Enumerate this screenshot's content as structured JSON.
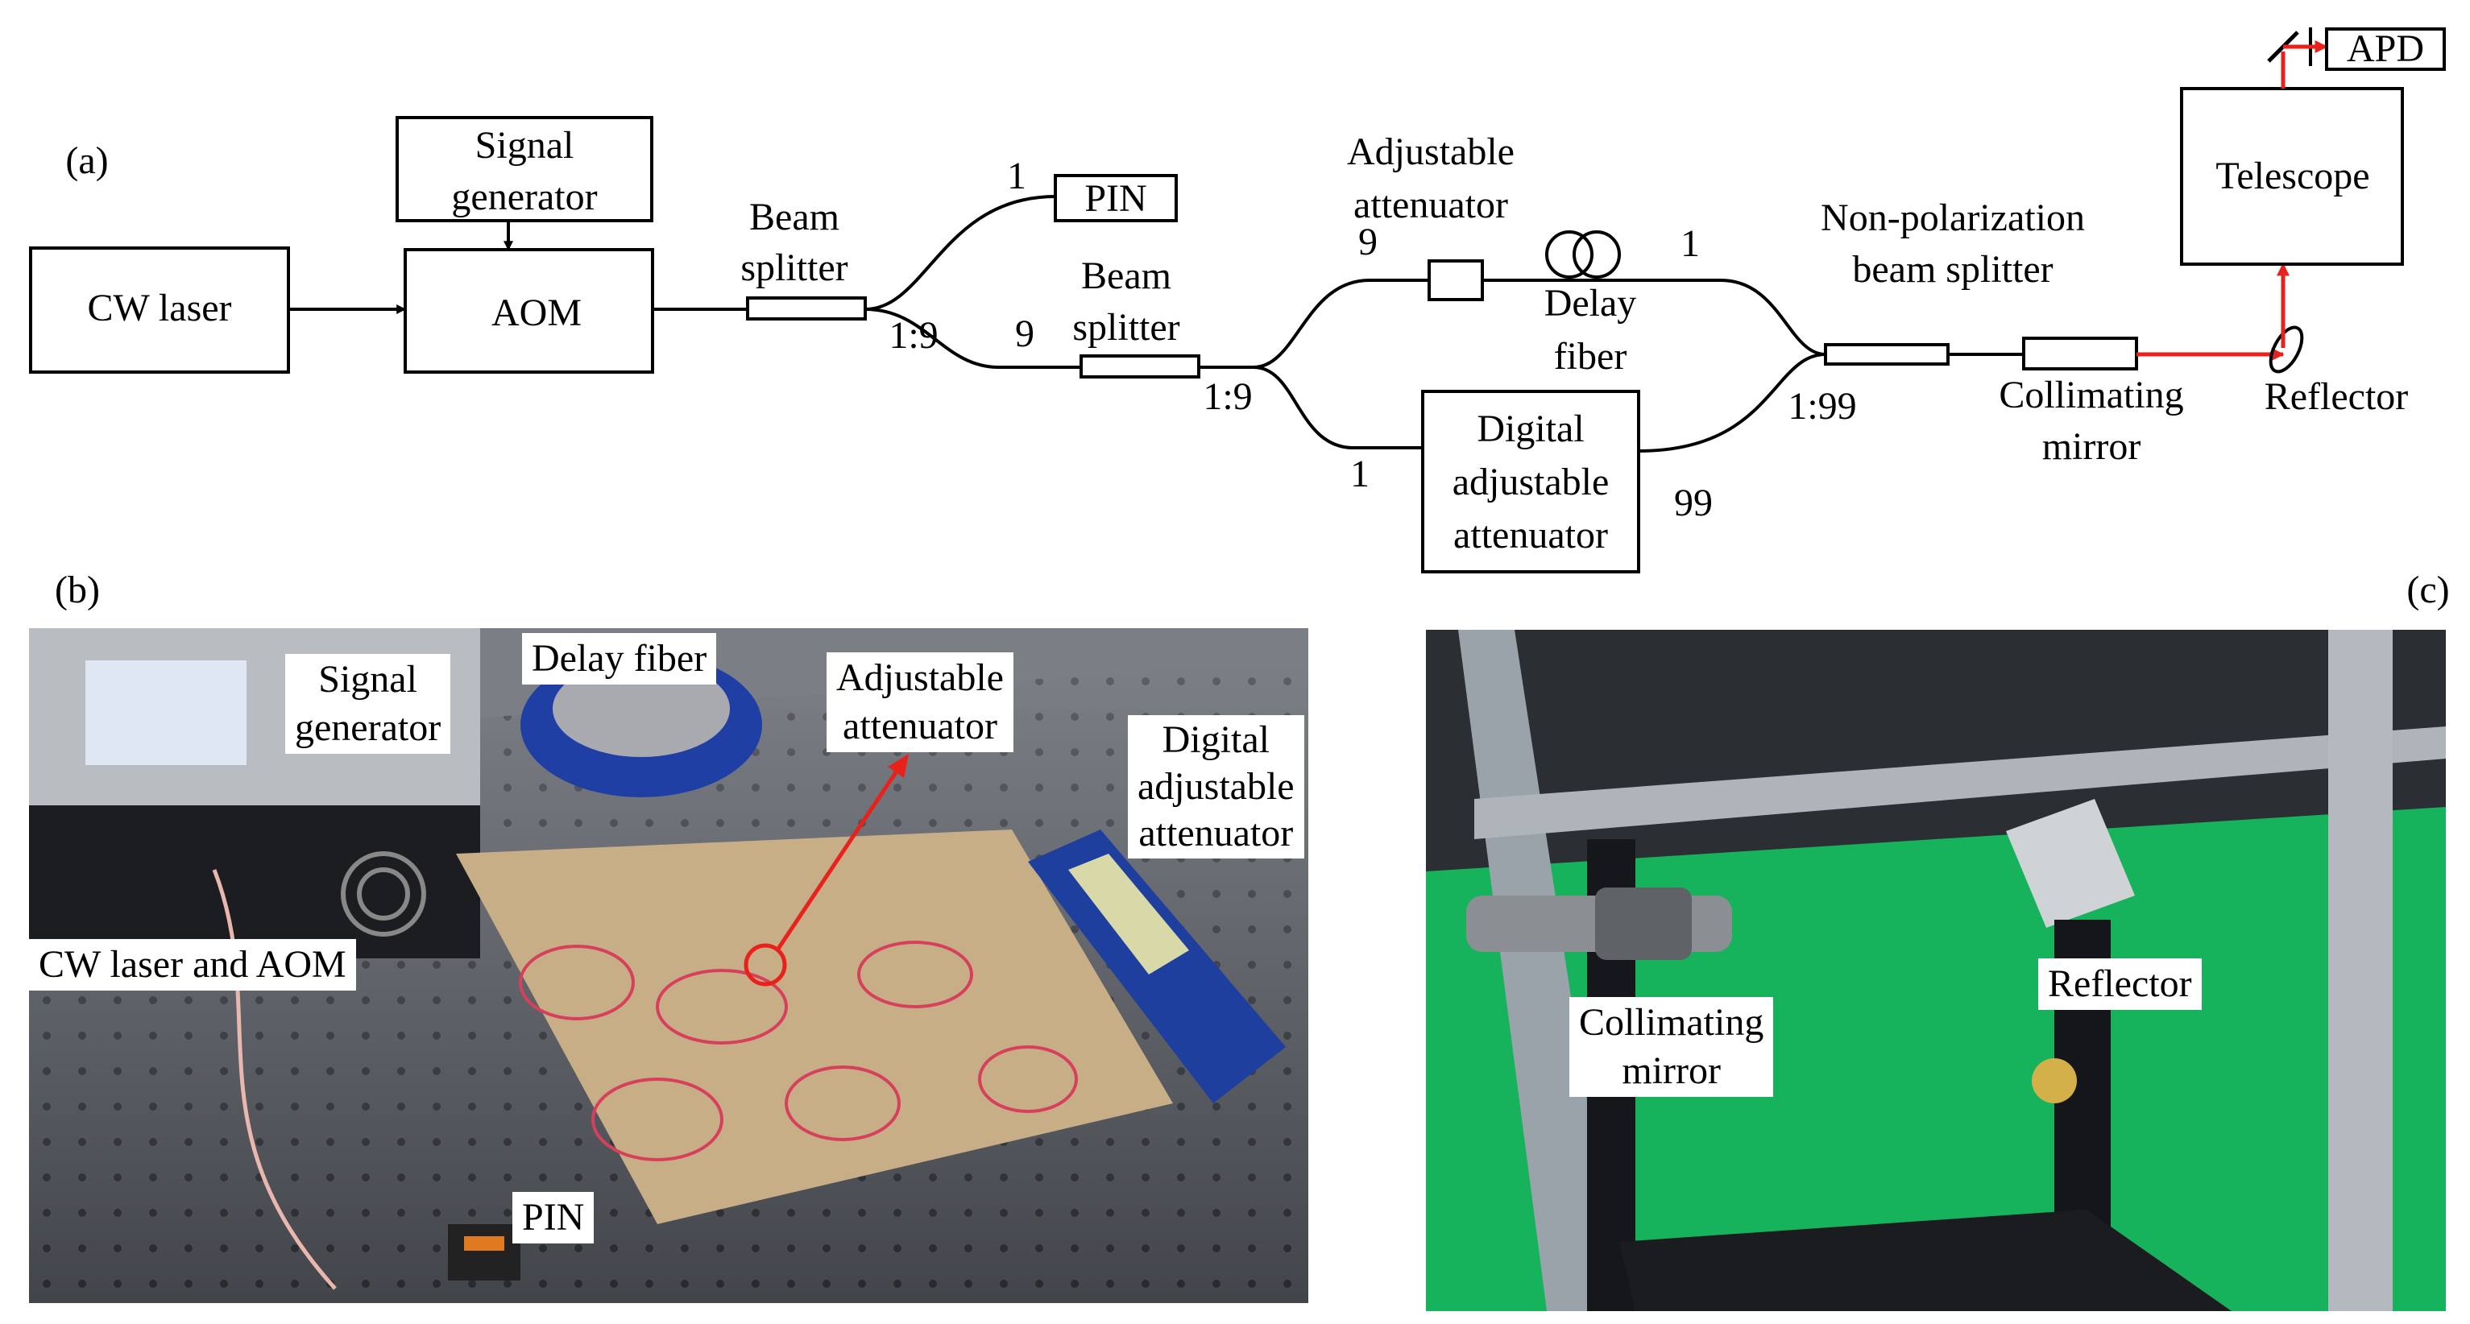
{
  "panel_a": {
    "tag": "(a)",
    "cw_laser": "CW laser",
    "aom": "AOM",
    "signal_generator": [
      "Signal",
      "generator"
    ],
    "beam_splitter_1": [
      "Beam",
      "splitter"
    ],
    "split_ratio_1": "1:9",
    "port_pin": "1",
    "pin": "PIN",
    "port_9a": "9",
    "beam_splitter_2": [
      "Beam",
      "splitter"
    ],
    "split_ratio_2": "1:9",
    "adjustable_attenuator": [
      "Adjustable",
      "attenuator"
    ],
    "port_9b": "9",
    "delay_fiber": [
      "Delay",
      "fiber"
    ],
    "port_1_top": "1",
    "port_1_bottom": "1",
    "digital_attenuator": [
      "Digital",
      "adjustable",
      "attenuator"
    ],
    "port_99": "99",
    "npbs": [
      "Non-polarization",
      "beam splitter"
    ],
    "split_ratio_3": "1:99",
    "collimating_mirror": [
      "Collimating",
      "mirror"
    ],
    "reflector": "Reflector",
    "telescope": "Telescope",
    "apd": "APD",
    "laser_color": "#e8221b"
  },
  "panel_b": {
    "tag": "(b)",
    "labels": {
      "signal_generator": [
        "Signal",
        "generator"
      ],
      "delay_fiber": "Delay fiber",
      "adjustable_attenuator": [
        "Adjustable",
        "attenuator"
      ],
      "digital_attenuator": [
        "Digital",
        "adjustable",
        "attenuator"
      ],
      "cw_laser_aom": "CW laser and AOM",
      "pin": "PIN"
    }
  },
  "panel_c": {
    "tag": "(c)",
    "labels": {
      "reflector": "Reflector",
      "collimating_mirror": [
        "Collimating",
        "mirror"
      ]
    }
  }
}
